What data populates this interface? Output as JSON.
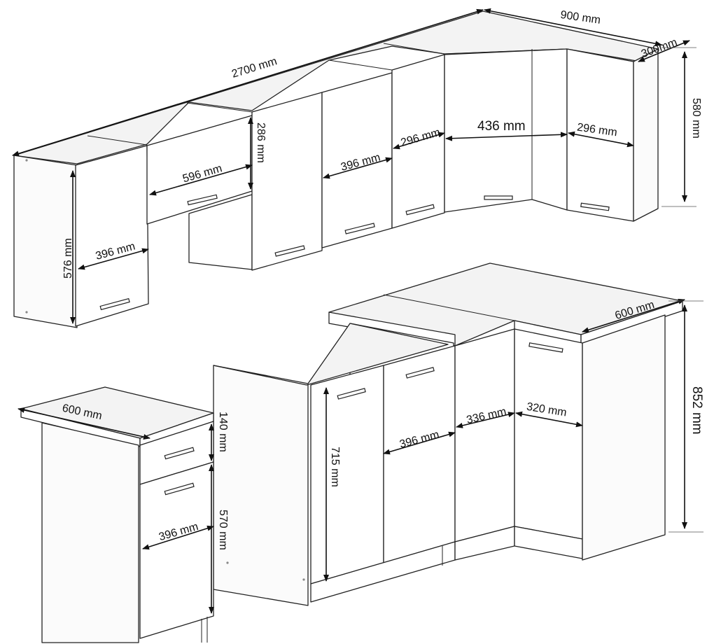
{
  "dimensions": {
    "wall_total_width": "2700 mm",
    "corner_width": "900 mm",
    "corner_depth": "300mm",
    "wall_height_right": "580 mm",
    "wall_height_left": "576 mm",
    "door_436": "436 mm",
    "door_296_a": "296 mm",
    "door_296_b": "296 mm",
    "door_396_wall_a": "396 mm",
    "door_396_wall_b": "396 mm",
    "hood_width": "596 mm",
    "hood_height": "286 mm",
    "base_depth_right": "600 mm",
    "base_height": "852 mm",
    "base_door_height": "715 mm",
    "base_door_396": "396 mm",
    "base_door_336": "336 mm",
    "base_door_320": "320 mm",
    "drawer_unit_depth": "600 mm",
    "drawer_height": "140 mm",
    "drawer_door_height": "570 mm",
    "drawer_unit_width": "396 mm"
  }
}
